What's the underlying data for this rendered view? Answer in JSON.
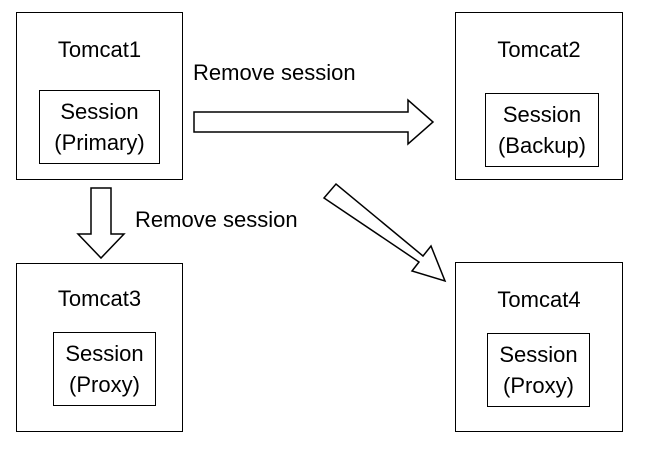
{
  "nodes": {
    "tomcat1": {
      "title": "Tomcat1",
      "session_line1": "Session",
      "session_line2": "(Primary)"
    },
    "tomcat2": {
      "title": "Tomcat2",
      "session_line1": "Session",
      "session_line2": "(Backup)"
    },
    "tomcat3": {
      "title": "Tomcat3",
      "session_line1": "Session",
      "session_line2": "(Proxy)"
    },
    "tomcat4": {
      "title": "Tomcat4",
      "session_line1": "Session",
      "session_line2": "(Proxy)"
    }
  },
  "edges": {
    "to_tomcat2": {
      "label": "Remove session"
    },
    "to_tomcat3": {
      "label": "Remove session"
    },
    "to_tomcat4": {
      "label": ""
    }
  },
  "colors": {
    "stroke": "#000000",
    "fill": "#ffffff"
  }
}
